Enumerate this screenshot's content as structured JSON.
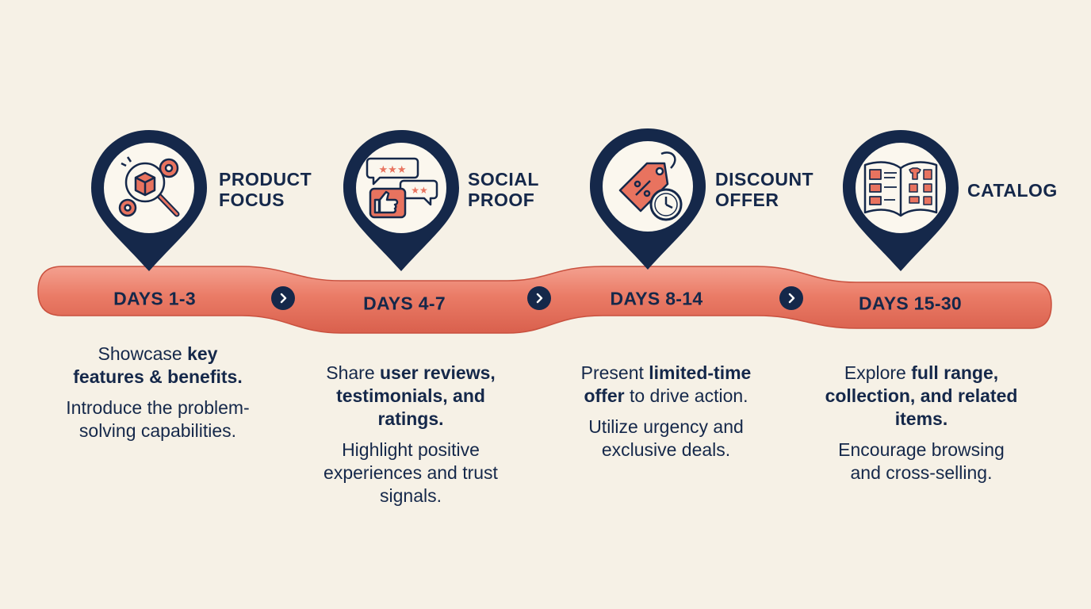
{
  "colors": {
    "background": "#f6f1e6",
    "navy": "#15284a",
    "coral": "#e8735f",
    "coral_light": "#f4a08f",
    "pin_fill": "#fbf7ee"
  },
  "stages": [
    {
      "icon": "magnifier-box-gears-icon",
      "title": "PRODUCT\nFOCUS",
      "days": "DAYS 1-3",
      "desc1": [
        {
          "t": "Showcase ",
          "b": false
        },
        {
          "t": "key features & benefits.",
          "b": true
        }
      ],
      "desc2": [
        {
          "t": "Introduce the problem-solving capabilities.",
          "b": false
        }
      ]
    },
    {
      "icon": "reviews-thumbs-up-icon",
      "title": "SOCIAL\nPROOF",
      "days": "DAYS 4-7",
      "desc1": [
        {
          "t": "Share ",
          "b": false
        },
        {
          "t": "user reviews, testimonials, and ratings.",
          "b": true
        }
      ],
      "desc2": [
        {
          "t": "Highlight positive experiences and trust signals.",
          "b": false
        }
      ]
    },
    {
      "icon": "discount-tag-clock-icon",
      "title": "DISCOUNT\nOFFER",
      "days": "DAYS 8-14",
      "desc1": [
        {
          "t": "Present ",
          "b": false
        },
        {
          "t": "limited-time offer",
          "b": true
        },
        {
          "t": " to drive action.",
          "b": false
        }
      ],
      "desc2": [
        {
          "t": "Utilize urgency and exclusive deals.",
          "b": false
        }
      ]
    },
    {
      "icon": "open-catalog-icon",
      "title": "CATALOG",
      "days": "DAYS 15-30",
      "desc1": [
        {
          "t": "Explore ",
          "b": false
        },
        {
          "t": "full range, collection, and related items.",
          "b": true
        }
      ],
      "desc2": [
        {
          "t": "Encourage browsing and cross-selling.",
          "b": false
        }
      ]
    }
  ],
  "arrows": [
    "chevron-right-icon",
    "chevron-right-icon",
    "chevron-right-icon"
  ]
}
